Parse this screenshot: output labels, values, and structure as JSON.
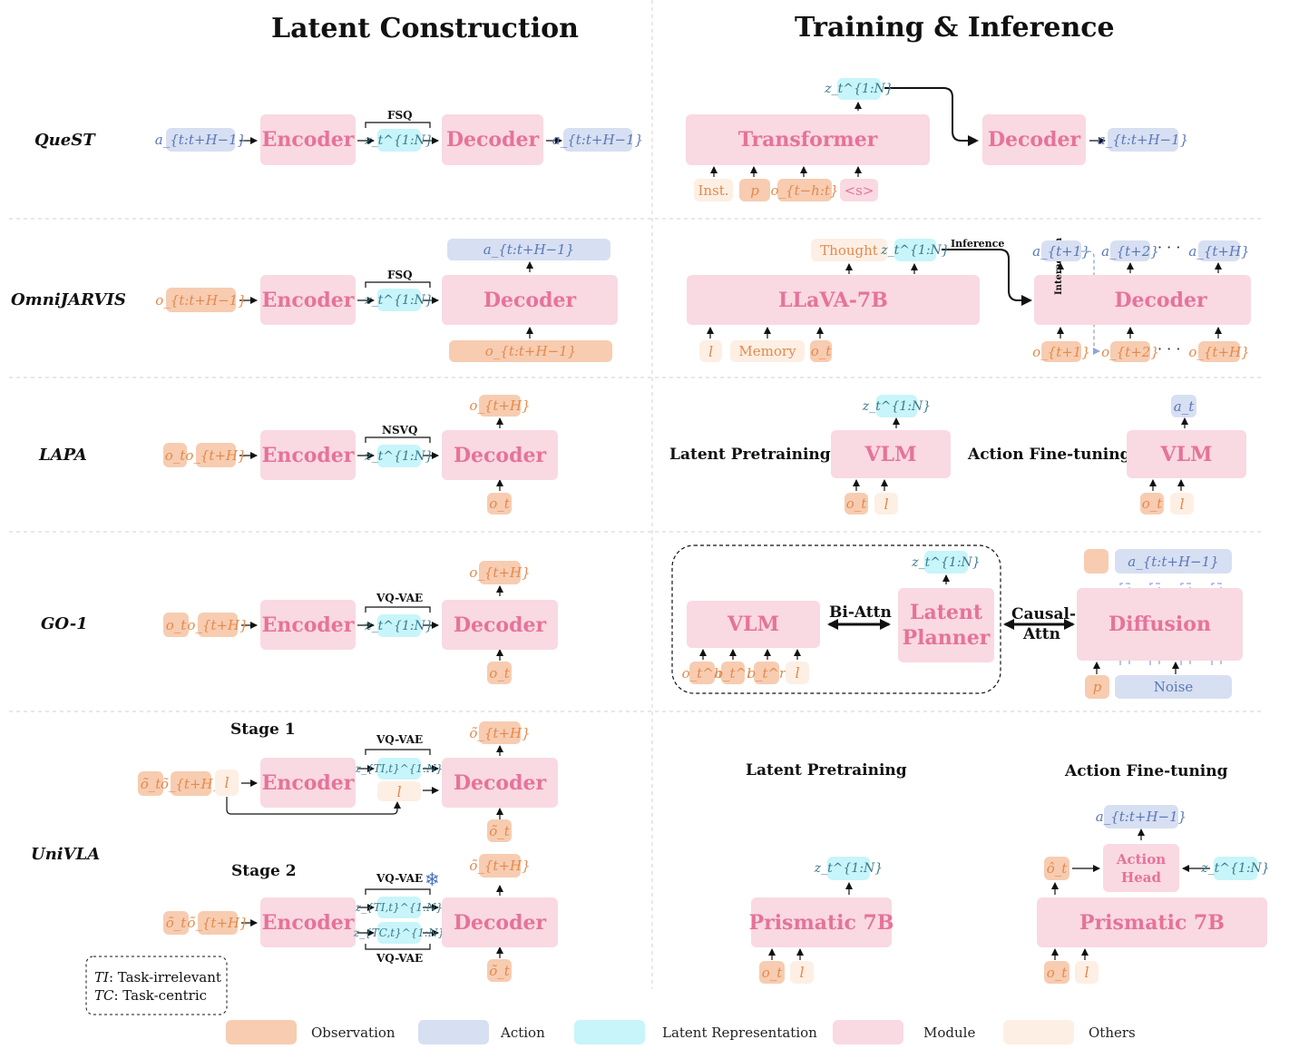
{
  "headers": {
    "left": "Latent Construction",
    "right": "Training & Inference"
  },
  "colors": {
    "observation": "#f7ccb1",
    "action": "#d7dff2",
    "latent": "#c7f5fa",
    "module": "#f9d9e2",
    "others": "#fdefe4"
  },
  "rows": {
    "quest": {
      "name": "QueST",
      "input": "a_{t:t+H−1}",
      "encoder": "Encoder",
      "quantizer": "FSQ",
      "latent": "z_t^{1:N}",
      "decoder": "Decoder",
      "output": "a_{t:t+H−1}",
      "ti_latent": "z_t^{1:N}",
      "ti_model": "Transformer",
      "ti_decoder": "Decoder",
      "ti_output": "a_{t:t+H−1}",
      "ti_inputs": [
        "Inst.",
        "p",
        "o_{t−h:t}",
        "<s>"
      ]
    },
    "omnijarvis": {
      "name": "OmniJARVIS",
      "input": "o_{t:t+H−1}",
      "encoder": "Encoder",
      "quantizer": "FSQ",
      "latent": "z_t^{1:N}",
      "decoder": "Decoder",
      "dec_top": "a_{t:t+H−1}",
      "dec_bottom": "o_{t:t+H−1}",
      "thought": "Thought",
      "ti_latent": "z_t^{1:N}",
      "ti_model": "LLaVA-7B",
      "inference": "Inference",
      "interaction": "Interaction",
      "ti_decoder": "Decoder",
      "ti_inputs": [
        "l",
        "Memory",
        "o_t"
      ],
      "dec_actions": [
        "a_{t+1}",
        "a_{t+2}",
        "a_{t+H}"
      ],
      "dec_obs": [
        "o_{t+1}",
        "o_{t+2}",
        "o_{t+H}"
      ],
      "ellipsis": "· · ·"
    },
    "lapa": {
      "name": "LAPA",
      "inputs": [
        "o_t",
        "o_{t+H}"
      ],
      "encoder": "Encoder",
      "quantizer": "NSVQ",
      "latent": "z_t^{1:N}",
      "decoder": "Decoder",
      "dec_top": "o_{t+H}",
      "dec_bottom": "o_t",
      "pretrain_label": "Latent Pretraining",
      "finetune_label": "Action Fine-tuning",
      "vlm1": "VLM",
      "vlm2": "VLM",
      "vlm1_out": "z_t^{1:N}",
      "vlm2_out": "a_t",
      "vlm1_inputs": [
        "o_t",
        "l"
      ],
      "vlm2_inputs": [
        "o_t",
        "l"
      ]
    },
    "go1": {
      "name": "GO-1",
      "inputs": [
        "o_t",
        "o_{t+H}"
      ],
      "encoder": "Encoder",
      "quantizer": "VQ-VAE",
      "latent": "z_t^{1:N}",
      "decoder": "Decoder",
      "dec_top": "o_{t+H}",
      "dec_bottom": "o_t",
      "vlm": "VLM",
      "bi_attn": "Bi-Attn",
      "planner_line1": "Latent",
      "planner_line2": "Planner",
      "planner_out": "z_t^{1:N}",
      "causal_line1": "Causal-",
      "causal_line2": "Attn",
      "diffusion": "Diffusion",
      "diff_out": "a_{t:t+H−1}",
      "noise": "Noise",
      "p": "p",
      "vlm_inputs": [
        "o_t^h",
        "o_t^l",
        "o_t^r",
        "l"
      ]
    },
    "univla": {
      "name": "UniVLA",
      "stage1": "Stage 1",
      "stage2": "Stage 2",
      "s1_inputs": [
        "õ_t",
        "õ_{t+H}",
        "l"
      ],
      "s1_encoder": "Encoder",
      "s1_quantizer": "VQ-VAE",
      "s1_latent": "z_{TI,t}^{1:N}",
      "s1_l": "l",
      "s1_decoder": "Decoder",
      "s1_top": "õ_{t+H}",
      "s1_bottom": "õ_t",
      "s2_inputs": [
        "õ_t",
        "õ_{t+H}"
      ],
      "s2_encoder": "Encoder",
      "s2_quantizer_top": "VQ-VAE",
      "s2_quantizer_bottom": "VQ-VAE",
      "s2_latent_ti": "z_{TI,t}^{1:N}",
      "s2_latent_tc": "z_{TC,t}^{1:N}",
      "s2_decoder": "Decoder",
      "s2_top": "õ_{t+H}",
      "s2_bottom": "õ_t",
      "pretrain_label": "Latent Pretraining",
      "finetune_label": "Action Fine-tuning",
      "prismatic1": "Prismatic 7B",
      "prismatic2": "Prismatic 7B",
      "p1_out": "z_t^{1:N}",
      "p1_inputs": [
        "o_t",
        "l"
      ],
      "p2_inputs": [
        "o_t",
        "l"
      ],
      "action_head_line1": "Action",
      "action_head_line2": "Head",
      "ah_out": "a_{t:t+H−1}",
      "ah_left": "ô_t",
      "ah_right": "z_t^{1:N}",
      "note_ti_key": "TI",
      "note_ti": ": Task-irrelevant",
      "note_tc_key": "TC",
      "note_tc": ": Task-centric"
    }
  },
  "legend": [
    "Observation",
    "Action",
    "Latent Representation",
    "Module",
    "Others"
  ]
}
